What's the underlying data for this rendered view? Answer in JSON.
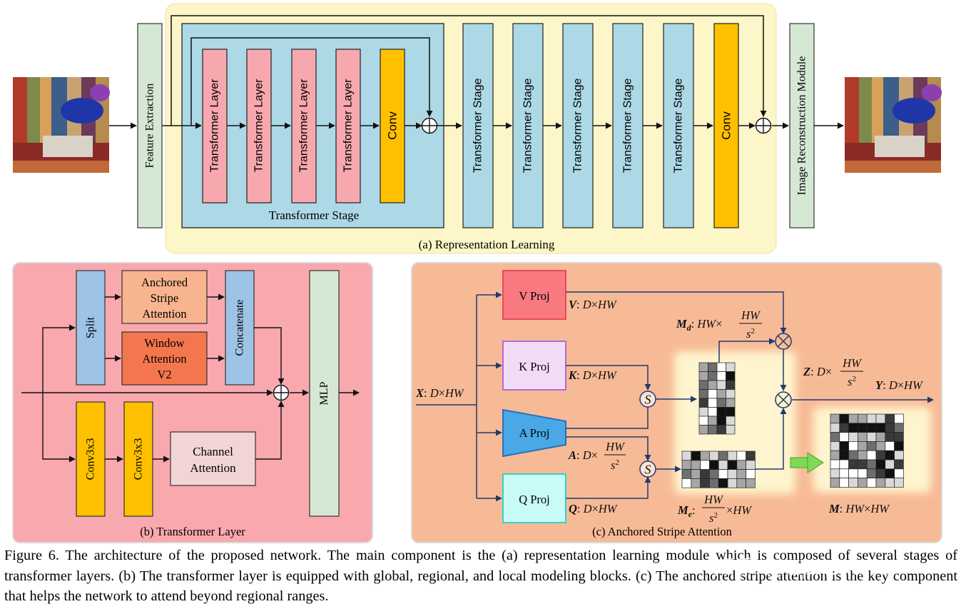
{
  "colors": {
    "panel_a_bg": "#fdf6c8",
    "stage_bg": "#add8e6",
    "transformer_layer": "#f7a8ae",
    "conv": "#ffc000",
    "feature": "#d5e8d4",
    "panel_b_bg": "#f9a8ae",
    "panel_c_bg": "#f7ba96"
  },
  "panel_a": {
    "feature_extraction": "Feature Extraction",
    "transformer_layers": [
      "Transformer Layer",
      "Transformer Layer",
      "Transformer Layer",
      "Transformer Layer"
    ],
    "conv": "Conv",
    "inner_stage_label": "Transformer Stage",
    "stages": [
      "Transformer Stage",
      "Transformer Stage",
      "Transformer Stage",
      "Transformer Stage",
      "Transformer Stage"
    ],
    "conv_final": "Conv",
    "image_reconstruction": "Image Reconstruction Module",
    "label": "(a) Representation Learning"
  },
  "panel_b": {
    "split": "Split",
    "anchored": [
      "Anchored",
      "Stripe",
      "Attention"
    ],
    "window": [
      "Window",
      "Attention",
      "V2"
    ],
    "concatenate": "Concatenate",
    "conv1": "Conv3x3",
    "conv2": "Conv3x3",
    "channel": [
      "Channel",
      "Attention"
    ],
    "mlp": "MLP",
    "label": "(b) Transformer Layer"
  },
  "panel_c": {
    "v_proj": "V Proj",
    "k_proj": "K Proj",
    "a_proj": "A Proj",
    "q_proj": "Q Proj",
    "s_symbol": "S",
    "label": "(c) Anchored Stripe Attention"
  },
  "caption": "Figure 6. The architecture of the proposed network. The main component is the (a) representation learning module which is composed of several stages of transformer layers. (b) The transformer layer is equipped with global, regional, and local modeling blocks. (c) The anchored stripe attention is the key component that helps the network to attend beyond regional ranges.",
  "watermark": "知乎 @Ephemeral"
}
